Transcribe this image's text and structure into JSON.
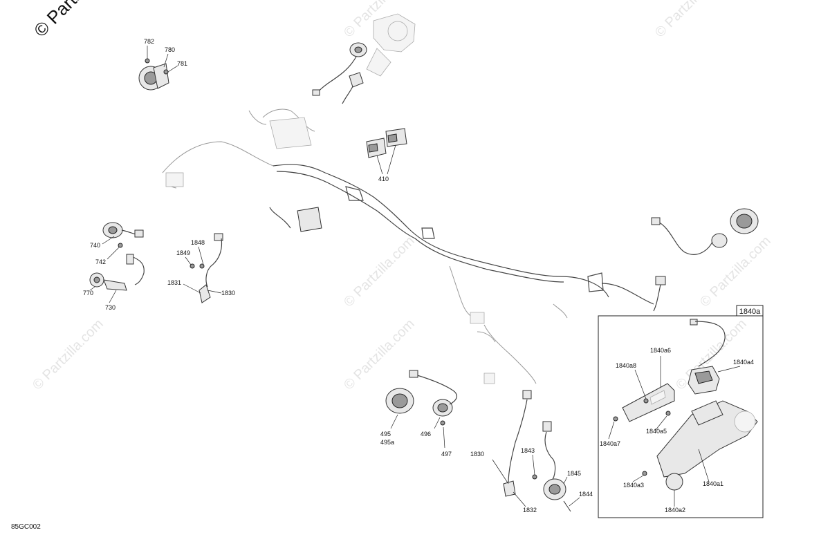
{
  "diagram": {
    "code": "85GC002",
    "watermark_top": "© Parts",
    "watermarks": [
      "© Partzilla.com",
      "© Partzilla.com",
      "© Partzilla.com",
      "© Partzilla.com",
      "© Partzilla.com",
      "© Partzilla.com",
      "© Partzilla.com"
    ],
    "inset_title": "1840a",
    "labels": {
      "l782": "782",
      "l780": "780",
      "l781": "781",
      "l410": "410",
      "l740": "740",
      "l742": "742",
      "l770": "770",
      "l730": "730",
      "l1848": "1848",
      "l1849": "1849",
      "l1831": "1831",
      "l1830a": "1830",
      "l495": "495",
      "l495a": "495a",
      "l496": "496",
      "l497": "497",
      "l1830b": "1830",
      "l1843": "1843",
      "l1845": "1845",
      "l1844": "1844",
      "l1832": "1832",
      "l1840a8": "1840a8",
      "l1840a6": "1840a6",
      "l1840a4": "1840a4",
      "l1840a7": "1840a7",
      "l1840a5": "1840a5",
      "l1840a3": "1840a3",
      "l1840a1": "1840a1",
      "l1840a2": "1840a2"
    }
  }
}
